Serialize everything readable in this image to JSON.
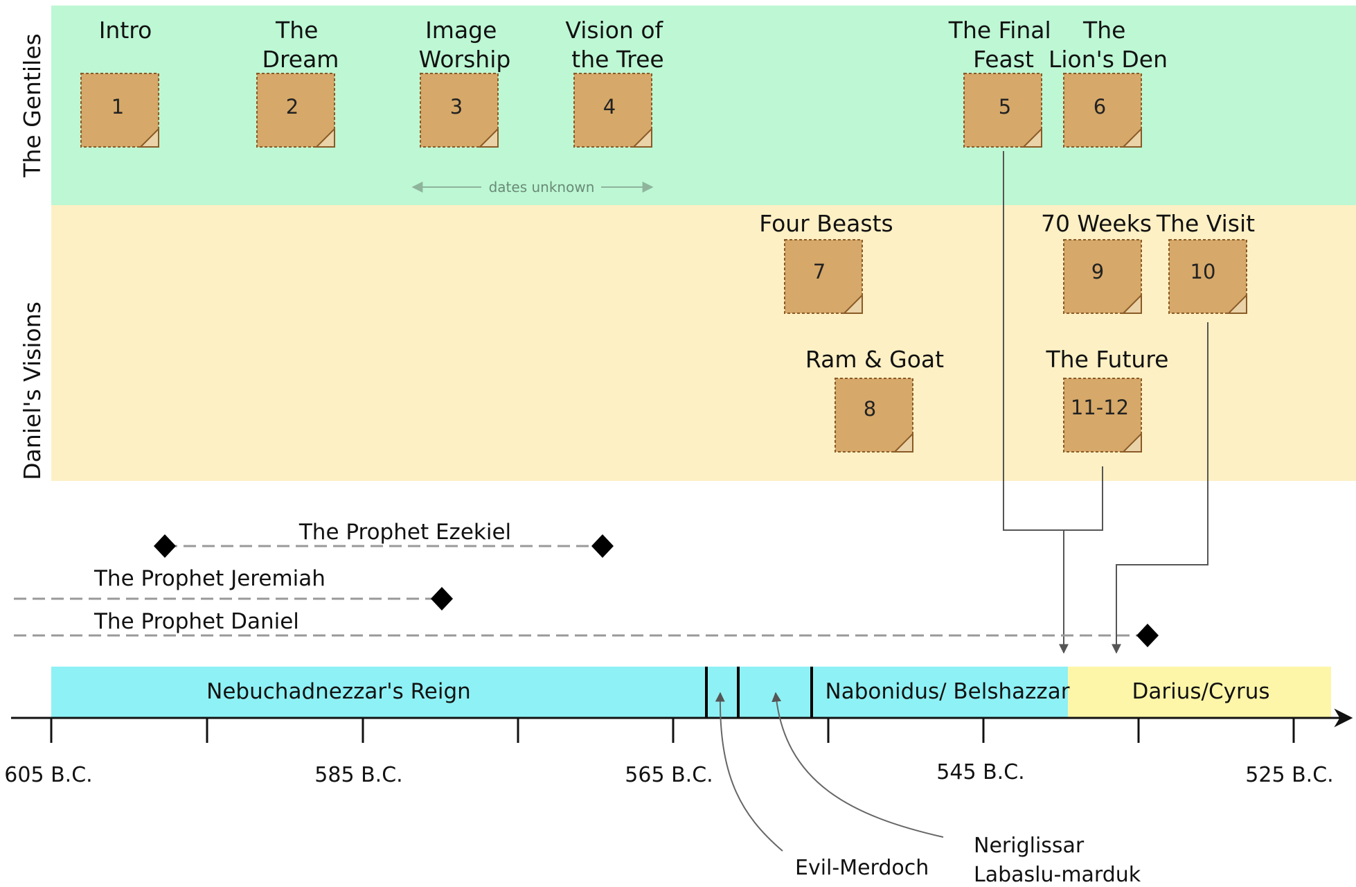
{
  "bands": {
    "gentiles": {
      "label": "The Gentiles",
      "color": "#bdf7d4"
    },
    "visions": {
      "label": "Daniel's Visions",
      "color": "#fdf0c4"
    }
  },
  "chapters": [
    {
      "id": "1",
      "title": [
        "Intro"
      ]
    },
    {
      "id": "2",
      "title": [
        "The",
        "Dream"
      ]
    },
    {
      "id": "3",
      "title": [
        "Image",
        "Worship"
      ]
    },
    {
      "id": "4",
      "title": [
        "Vision of",
        "the Tree"
      ]
    },
    {
      "id": "5",
      "title": [
        "The Final",
        "Feast"
      ]
    },
    {
      "id": "6",
      "title": [
        "The",
        "Lion's Den"
      ]
    },
    {
      "id": "7",
      "title": [
        "Four Beasts"
      ]
    },
    {
      "id": "9",
      "title": [
        "70 Weeks"
      ]
    },
    {
      "id": "10",
      "title": [
        "The Visit"
      ]
    },
    {
      "id": "8",
      "title": [
        "Ram & Goat"
      ]
    },
    {
      "id": "11-12",
      "title": [
        "The Future"
      ]
    }
  ],
  "dates_unknown": "dates unknown",
  "prophets": {
    "ezekiel": "The Prophet Ezekiel",
    "jeremiah": "The Prophet Jeremiah",
    "daniel": "The Prophet Daniel"
  },
  "reigns": {
    "nebuchadnezzar": {
      "label": "Nebuchadnezzar's Reign",
      "color": "#8ef1f5"
    },
    "nabonidus": {
      "label": "Nabonidus/ Belshazzar",
      "color": "#8ef1f5"
    },
    "darius": {
      "label": "Darius/Cyrus",
      "color": "#fdf6a8"
    }
  },
  "kings": {
    "evil_merdoch": "Evil-Merdoch",
    "neriglissar": "Neriglissar",
    "labaslu": "Labaslu-marduk"
  },
  "axis_ticks": [
    "605 B.C.",
    "585 B.C.",
    "565 B.C.",
    "545 B.C.",
    "525 B.C."
  ],
  "colors": {
    "scroll_fill": "#d6a869",
    "scroll_edge": "#8a5a26",
    "arrow": "#555555"
  }
}
